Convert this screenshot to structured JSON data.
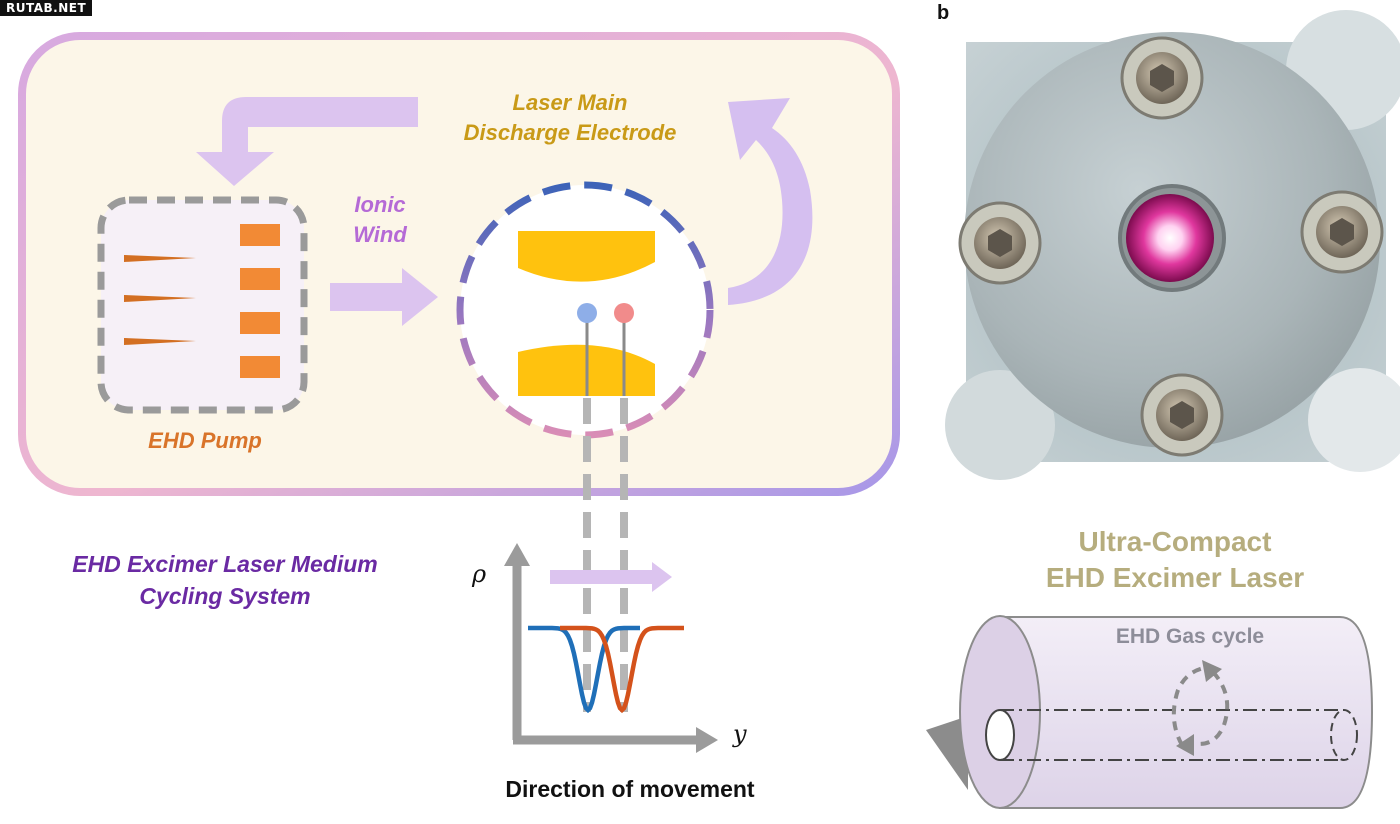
{
  "watermark": "RUTAB.NET",
  "panel_b_label": "b",
  "labels": {
    "main_electrode_line1": "Laser Main",
    "main_electrode_line2": "Discharge Electrode",
    "ionic_wind_line1": "Ionic",
    "ionic_wind_line2": "Wind",
    "ehd_pump": "EHD Pump",
    "system_line1": "EHD Excimer Laser Medium",
    "system_line2": "Cycling System",
    "direction": "Direction of movement",
    "compact_line1": "Ultra-Compact",
    "compact_line2": "EHD Excimer Laser",
    "gas_cycle": "EHD Gas cycle"
  },
  "plot": {
    "y_axis_symbol": "ρ",
    "x_axis_symbol": "y",
    "curve_colors": [
      "#1f6fb8",
      "#d4521b"
    ]
  },
  "colors": {
    "main_electrode_text": "#c99a17",
    "ionic_wind_text": "#b56ad6",
    "pump_text": "#d9742a",
    "system_text": "#6a2aa3",
    "electrode_fill": "#ffc20e",
    "needle_color": "#d36f22",
    "collector_color": "#f28a35",
    "flow_arrow": "#d9c2ee",
    "panel_background": "#fcf6e8"
  }
}
